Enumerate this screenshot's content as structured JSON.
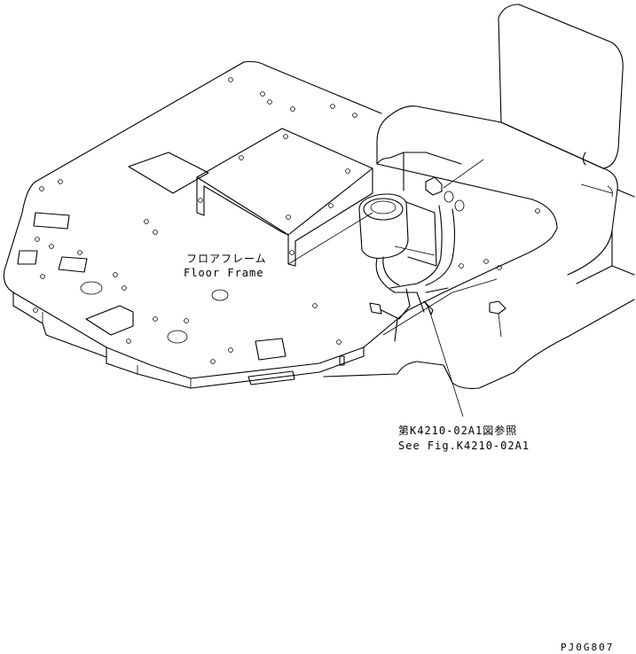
{
  "labels": {
    "floor_frame_jp": "フロアフレーム",
    "floor_frame_en": "Floor Frame",
    "reference_jp": "第K4210-02A1図参照",
    "reference_en": "See Fig.K4210-02A1",
    "drawing_code": "PJ0G807"
  },
  "colors": {
    "line": "#000000",
    "background": "#ffffff"
  }
}
